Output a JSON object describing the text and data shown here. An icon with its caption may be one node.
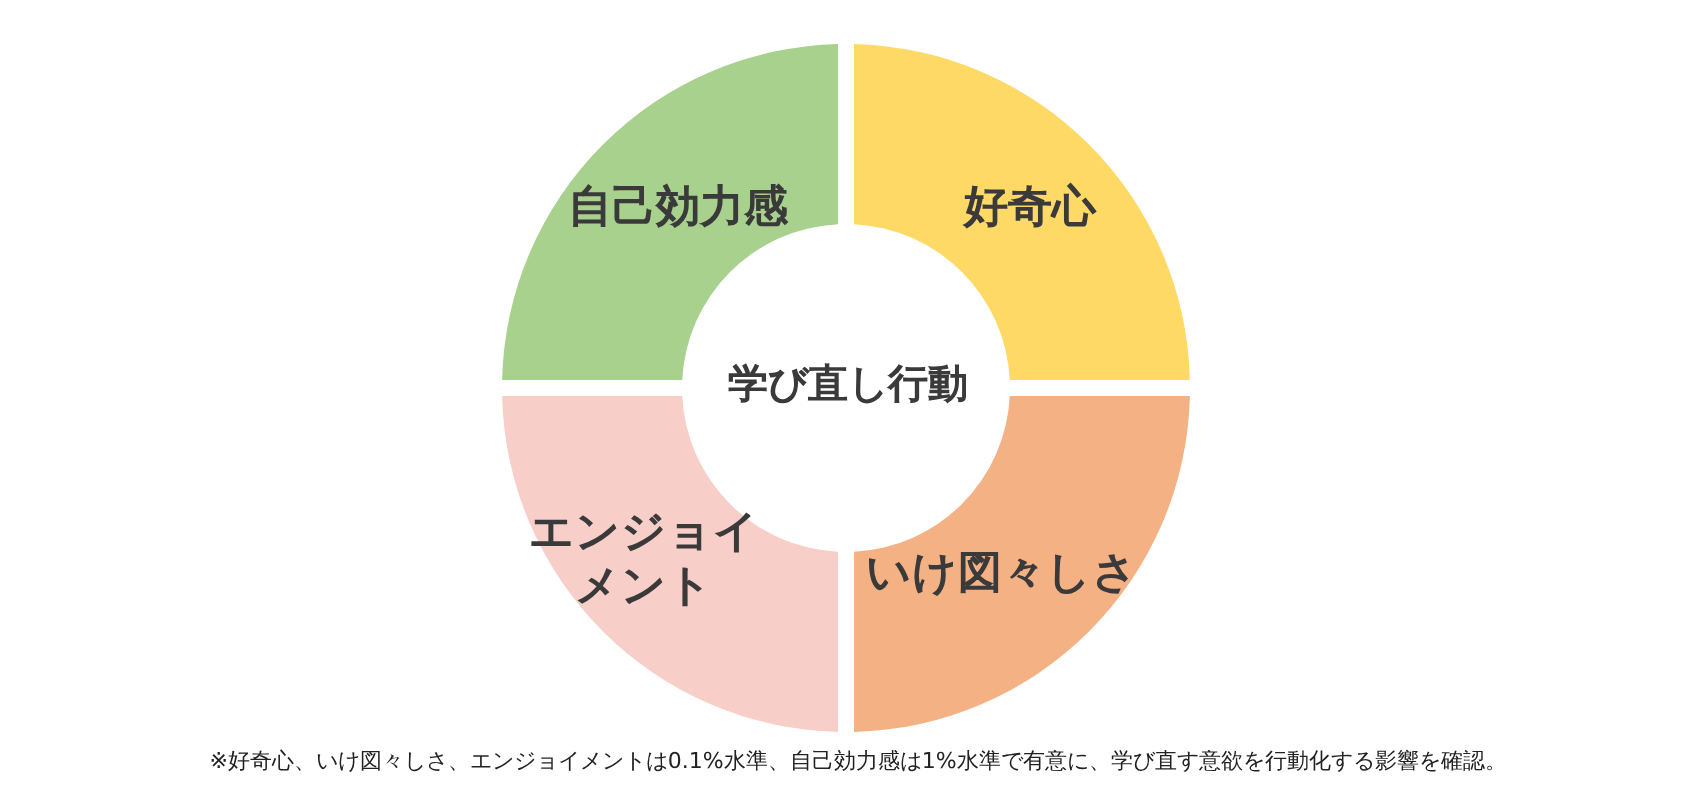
{
  "diagram": {
    "caption": "※好奇心、いけ図々しさ、エンジョイメントは0.1%水準、自己効力感は1%水準で有意に、学び直す意欲を行動化する影響を確認。",
    "nodes": [
      {
        "text": [
          "自己効力感"
        ]
      },
      {
        "text": [
          "好奇心"
        ]
      },
      {
        "text": [
          "学び直し行動"
        ]
      },
      {
        "text": [
          "エンジョイメント"
        ]
      },
      {
        "text": [
          "いけ図々しさ"
        ]
      }
    ]
  }
}
